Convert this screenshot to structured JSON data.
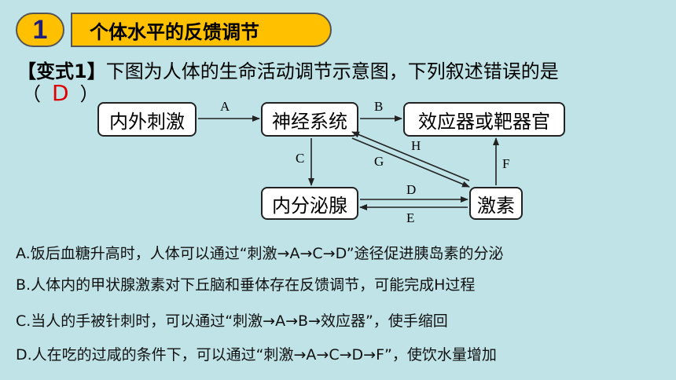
{
  "banner": {
    "number": "1",
    "title": "个体水平的反馈调节"
  },
  "question": {
    "tag": "【变式1】",
    "text": "下图为人体的生命活动调节示意图，下列叙述错误的是",
    "open_paren": "（",
    "answer": "D",
    "close_paren": "）"
  },
  "diagram": {
    "nodes": {
      "stimulus": "内外刺激",
      "nervous": "神经系统",
      "effector": "效应器或靶器官",
      "endocrine": "内分泌腺",
      "hormone": "激素"
    },
    "edges": {
      "a": "A",
      "b": "B",
      "c": "C",
      "d": "D",
      "e": "E",
      "f": "F",
      "g": "G",
      "h": "H"
    }
  },
  "options": [
    "A.饭后血糖升高时，人体可以通过“刺激→A→C→D”途径促进胰岛素的分泌",
    "B.人体内的甲状腺激素对下丘脑和垂体存在反馈调节，可能完成H过程",
    "C.当人的手被针刺时，可以通过“刺激→A→B→效应器”，使手缩回",
    "D.人在吃的过咸的条件下，可以通过“刺激→A→C→D→F”，使饮水量增加"
  ]
}
